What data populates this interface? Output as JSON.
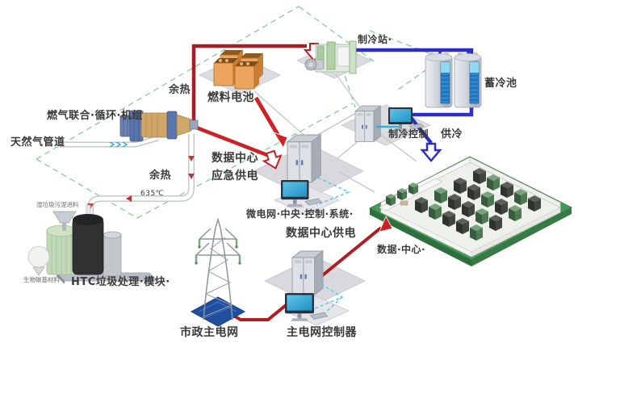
{
  "diagram": {
    "title_hint": "data-center integrated energy system diagram",
    "labels": {
      "gas_unit": "燃气联合·循环·机组",
      "gas_pipeline": "天然气管道",
      "waste_heat_top": "余热",
      "waste_heat_bottom": "余热",
      "flue_temp": "635℃",
      "fuel_cell": "燃料电池",
      "cooling_station": "制冷站·",
      "cold_storage_pool": "蓄冷池",
      "cooling_control": "制冷控制",
      "cooling_supply": "供冷",
      "dc_emergency_line1": "数据中心",
      "dc_emergency_line2": "应急供电",
      "microgrid_control": "微电网·中央·控制·系统·",
      "dc_power_supply": "数据中心供电",
      "data_center": "数据·中心·",
      "main_grid_controller": "主电网控制器",
      "municipal_grid": "市政主电网",
      "htc_module": "HTC垃圾处理·模块·",
      "wet_waste_feed": "湿垃圾污泥进料",
      "biochar_material": "生物碳基材料"
    },
    "colors": {
      "power_line_dark_red": "#a81e24",
      "emergency_red": "#cf2026",
      "cooling_blue": "#2b2fc4",
      "control_cyan": "#2fb4d8",
      "grid_dash_green": "#8fce9e"
    }
  }
}
